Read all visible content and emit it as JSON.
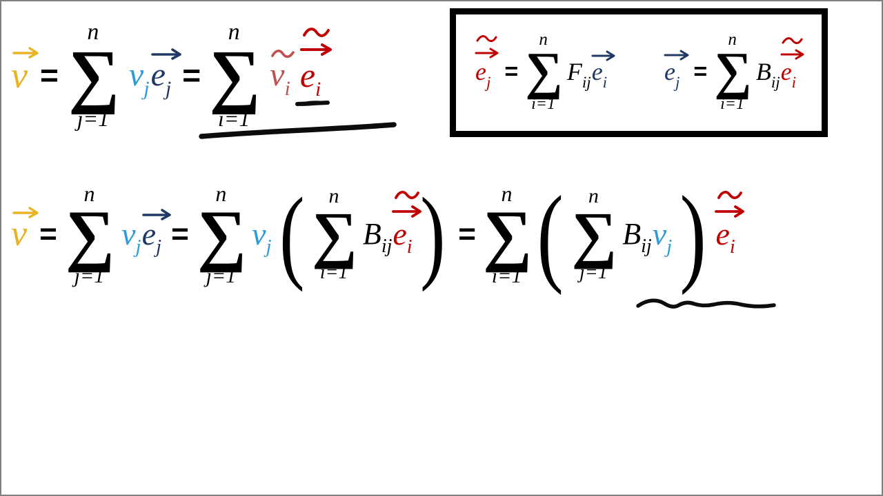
{
  "slide": {
    "background_color": "#FFFFFF",
    "border_color": "#808080"
  },
  "colors": {
    "gold": "#E8B422",
    "light_blue": "#2E9BD6",
    "navy": "#1F3864",
    "muted_red": "#C0504D",
    "bright_red": "#C00000",
    "black": "#000000",
    "ink": "#0D0D0D"
  },
  "symbols": {
    "v": "v",
    "e": "e",
    "n": "n",
    "i": "i",
    "j": "j",
    "one": "1",
    "equals": "=",
    "sigma": "∑",
    "F": "F",
    "B": "B",
    "lower_limit_i": "i=1",
    "lower_limit_j": "j=1",
    "paren_open": "(",
    "paren_close": ")"
  },
  "line1": {
    "label": "vector-expansion-in-two-bases",
    "lhs": {
      "base": "v",
      "accent": "arrow",
      "color": "#E8B422"
    },
    "rel1": "=",
    "sum1": {
      "upper": "n",
      "lower": "j=1"
    },
    "term1": {
      "coefficient": {
        "base": "v",
        "sub": "j",
        "color": "#2E9BD6"
      },
      "basis": {
        "base": "e",
        "sub": "j",
        "accent": "arrow",
        "color": "#1F3864"
      }
    },
    "rel2": "=",
    "sum2": {
      "upper": "n",
      "lower": "i=1"
    },
    "term2": {
      "coefficient": {
        "base": "v",
        "sub": "i",
        "accent": "tilde",
        "color": "#C0504D"
      },
      "basis": {
        "base": "e",
        "sub": "i",
        "accent": "tilde-arrow",
        "color": "#C00000"
      }
    }
  },
  "boxed": {
    "label": "basis-change-relations",
    "forward": {
      "lhs": {
        "base": "e",
        "sub": "j",
        "accent": "tilde-arrow",
        "color": "#C00000"
      },
      "rel": "=",
      "sum": {
        "upper": "n",
        "lower": "i=1"
      },
      "matrix": "F",
      "matrix_subscript": "ij",
      "basis": {
        "base": "e",
        "sub": "i",
        "accent": "arrow",
        "color": "#1F3864"
      }
    },
    "backward": {
      "lhs": {
        "base": "e",
        "sub": "j",
        "accent": "arrow",
        "color": "#1F3864"
      },
      "rel": "=",
      "sum": {
        "upper": "n",
        "lower": "i=1"
      },
      "matrix": "B",
      "matrix_subscript": "ij",
      "basis": {
        "base": "e",
        "sub": "i",
        "accent": "tilde-arrow",
        "color": "#C00000"
      }
    }
  },
  "line2": {
    "label": "substitution-and-index-swap-derivation",
    "lhs": {
      "base": "v",
      "accent": "arrow",
      "color": "#E8B422"
    },
    "rel1": "=",
    "sum1": {
      "upper": "n",
      "lower": "j=1"
    },
    "term1": {
      "coefficient": {
        "base": "v",
        "sub": "j",
        "color": "#2E9BD6"
      },
      "basis": {
        "base": "e",
        "sub": "j",
        "accent": "arrow",
        "color": "#1F3864"
      }
    },
    "rel2": "=",
    "sum2": {
      "upper": "n",
      "lower": "j=1"
    },
    "coefficient2": {
      "base": "v",
      "sub": "j",
      "color": "#2E9BD6"
    },
    "group1": {
      "open": "(",
      "sum": {
        "upper": "n",
        "lower": "i=1"
      },
      "matrix": "B",
      "matrix_subscript": "ij",
      "basis": {
        "base": "e",
        "sub": "i",
        "accent": "tilde-arrow",
        "color": "#C00000"
      },
      "close": ")"
    },
    "rel3": "=",
    "sum3": {
      "upper": "n",
      "lower": "i=1"
    },
    "group2": {
      "open": "(",
      "sum": {
        "upper": "n",
        "lower": "j=1"
      },
      "matrix": "B",
      "matrix_subscript": "ij",
      "coefficient": {
        "base": "v",
        "sub": "j",
        "color": "#2E9BD6"
      },
      "close": ")"
    },
    "basis_outside": {
      "base": "e",
      "sub": "i",
      "accent": "tilde-arrow",
      "color": "#C00000"
    }
  },
  "annotations": [
    {
      "name": "ink-dash-stroke",
      "kind": "short-thick-dash",
      "color": "#0D0D0D"
    },
    {
      "name": "ink-underline-stroke",
      "kind": "long-underline",
      "color": "#0D0D0D"
    },
    {
      "name": "ink-squiggle-stroke",
      "kind": "wavy-underline",
      "color": "#0D0D0D"
    }
  ]
}
